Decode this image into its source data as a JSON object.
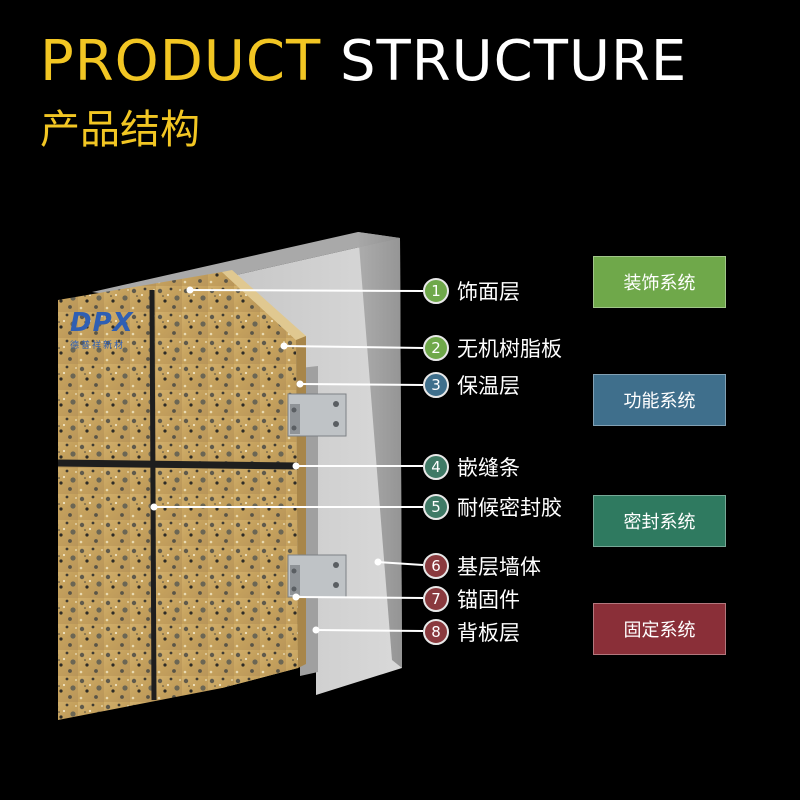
{
  "header": {
    "title_part1": "PRODUCT",
    "title_part2": "STRUCTURE",
    "subtitle": "产品结构"
  },
  "brand": {
    "logo_text": "DPX",
    "tagline": "德普祥新材"
  },
  "layers": [
    {
      "number": "1",
      "label": "饰面层",
      "badge_color": "#6fa84a"
    },
    {
      "number": "2",
      "label": "无机树脂板",
      "badge_color": "#6fa84a"
    },
    {
      "number": "3",
      "label": "保温层",
      "badge_color": "#3f6f8c"
    },
    {
      "number": "4",
      "label": "嵌缝条",
      "badge_color": "#3f7a66"
    },
    {
      "number": "5",
      "label": "耐候密封胶",
      "badge_color": "#3f7a66"
    },
    {
      "number": "6",
      "label": "基层墙体",
      "badge_color": "#8a3a3e"
    },
    {
      "number": "7",
      "label": "锚固件",
      "badge_color": "#8a3a3e"
    },
    {
      "number": "8",
      "label": "背板层",
      "badge_color": "#8a3a3e"
    }
  ],
  "systems": [
    {
      "label": "装饰系统",
      "color": "#6fa84a"
    },
    {
      "label": "功能系统",
      "color": "#3f6f8c"
    },
    {
      "label": "密封系统",
      "color": "#2f7a60"
    },
    {
      "label": "固定系统",
      "color": "#8a2f38"
    }
  ],
  "colors": {
    "accent_yellow": "#F2C623",
    "background": "#000000",
    "stone": "#c9a664",
    "concrete": "#c8c8c8",
    "insulation": "#d8c88a"
  }
}
